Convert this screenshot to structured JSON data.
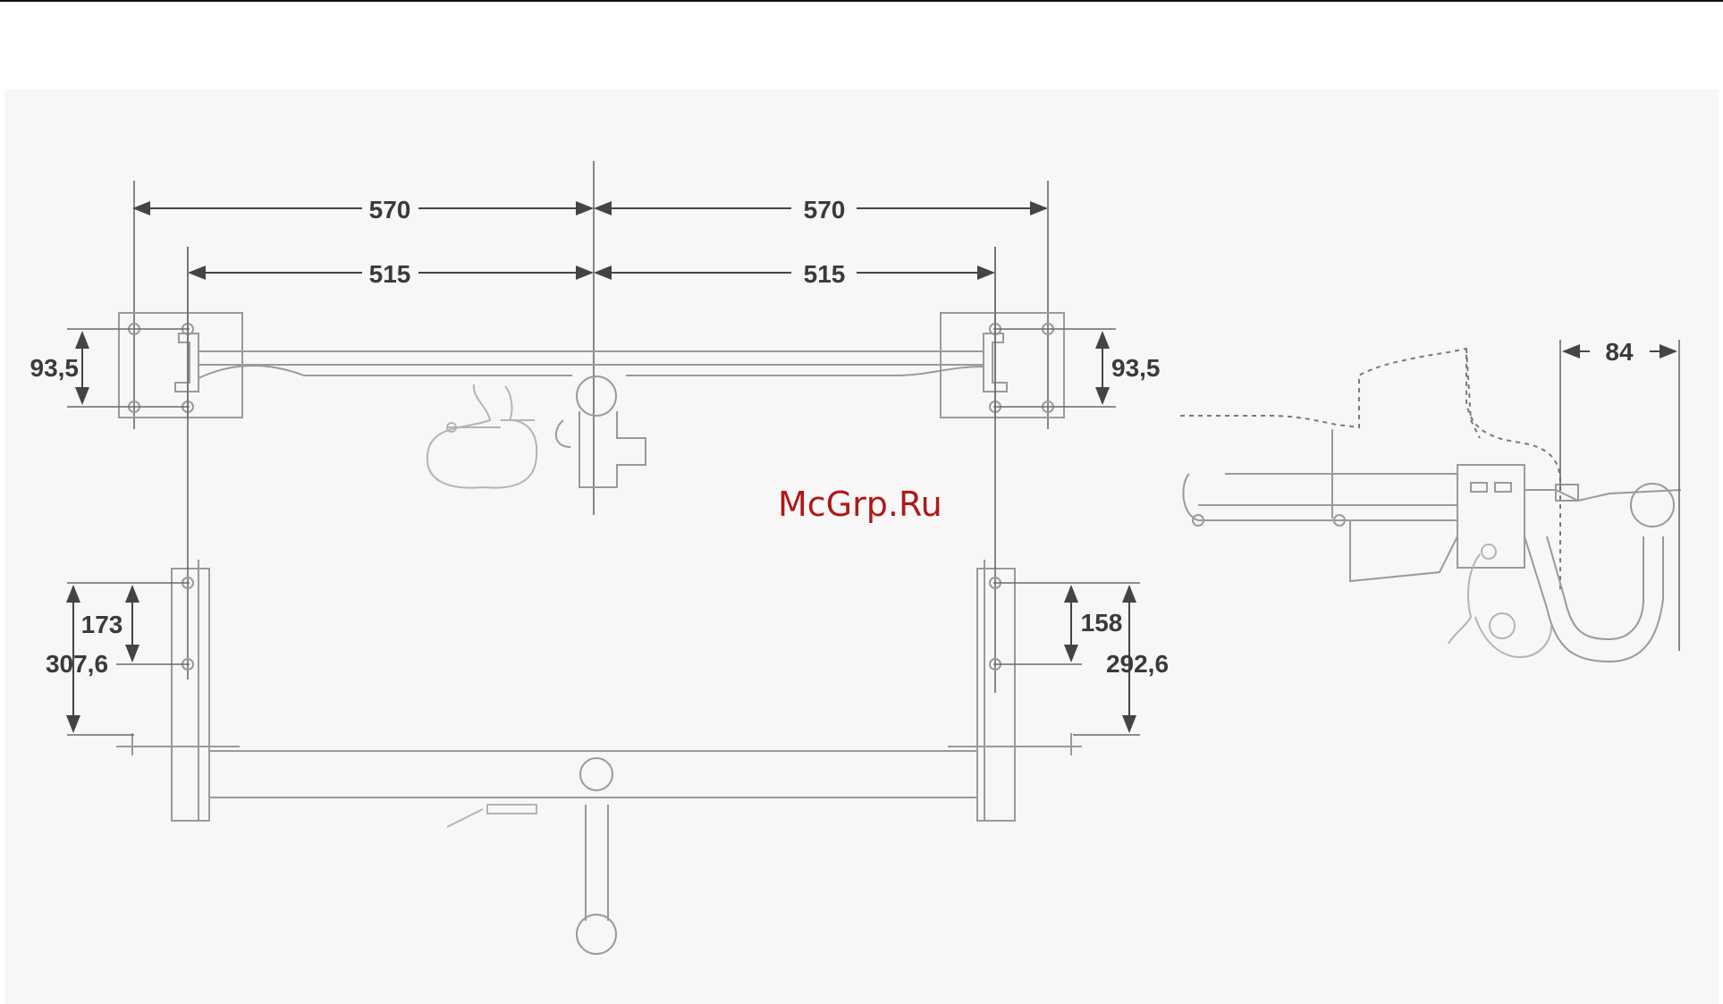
{
  "watermark": "McGrp.Ru",
  "dimensions": {
    "top_left_570": "570",
    "top_right_570": "570",
    "top_left_515": "515",
    "top_right_515": "515",
    "left_bracket_height": "93,5",
    "right_bracket_height": "93,5",
    "left_lower_173": "173",
    "left_lower_307": "307,6",
    "right_lower_158": "158",
    "right_lower_292": "292,6",
    "side_view_84": "84"
  },
  "colors": {
    "drawing_lines": "#9a9a9a",
    "dimension_lines": "#444444",
    "dimension_text": "#3a3a3a",
    "watermark": "#b01818",
    "panel_background": "#f7f7f7"
  }
}
